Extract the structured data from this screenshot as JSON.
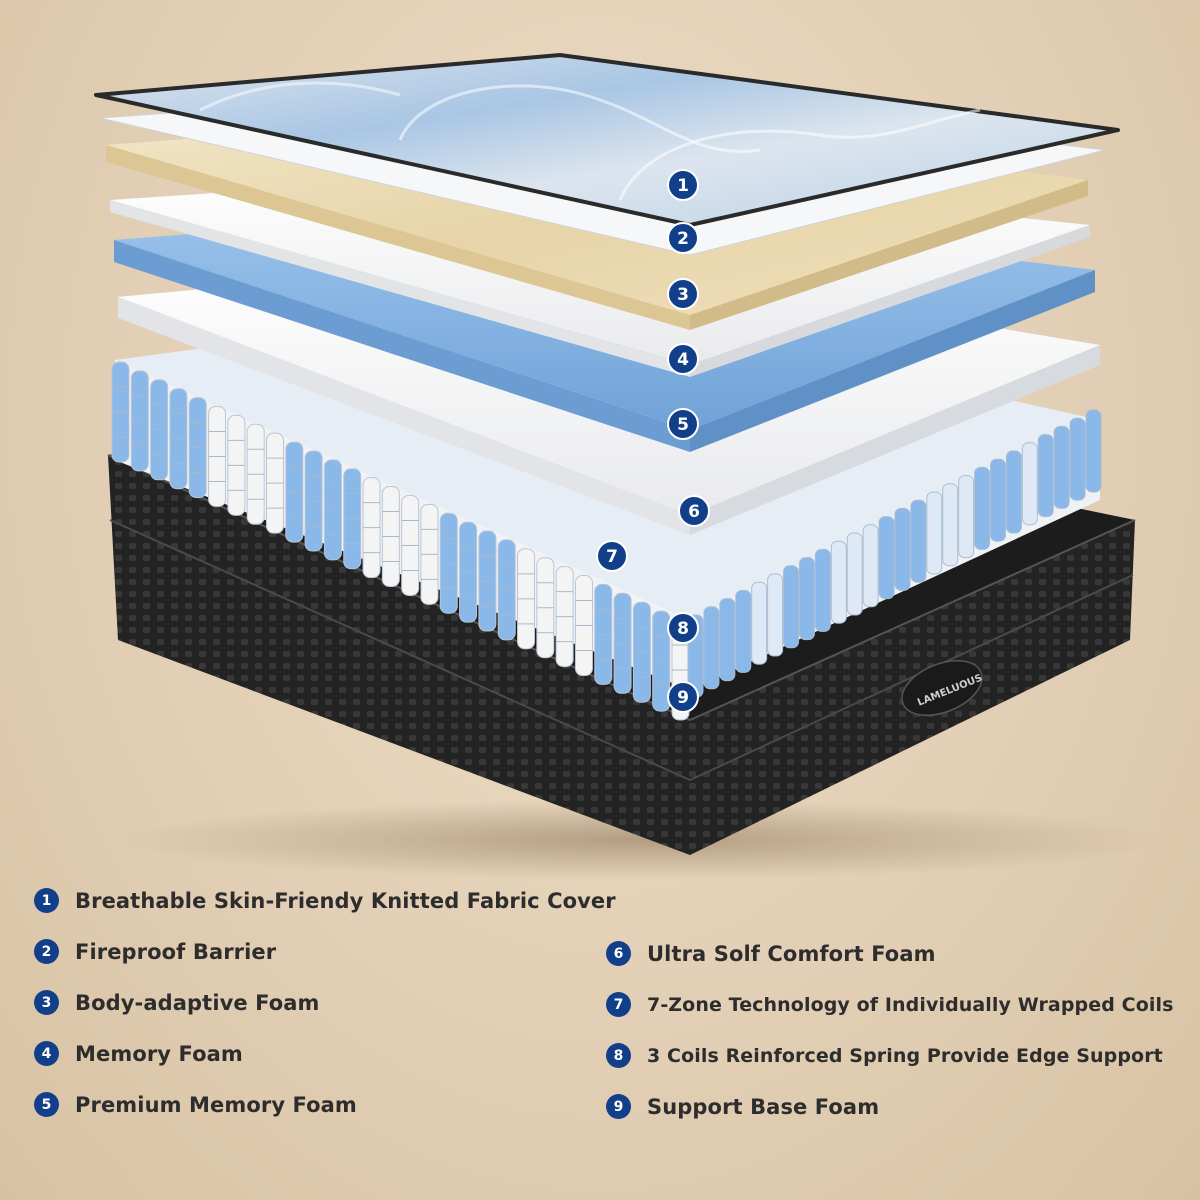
{
  "brand": {
    "logo_text": "LAMELUOUS"
  },
  "markers": [
    "1",
    "2",
    "3",
    "4",
    "5",
    "6",
    "7",
    "8",
    "9"
  ],
  "legend": [
    {
      "number": "1",
      "label": "Breathable Skin-Friendy Knitted Fabric Cover"
    },
    {
      "number": "2",
      "label": "Fireproof Barrier"
    },
    {
      "number": "3",
      "label": "Body-adaptive Foam"
    },
    {
      "number": "4",
      "label": "Memory Foam"
    },
    {
      "number": "5",
      "label": "Premium Memory Foam"
    },
    {
      "number": "6",
      "label": "Ultra Solf Comfort Foam"
    },
    {
      "number": "7",
      "label": "7-Zone Technology of Individually Wrapped Coils"
    },
    {
      "number": "8",
      "label": "3 Coils Reinforced Spring Provide Edge Support"
    },
    {
      "number": "9",
      "label": "Support Base Foam"
    }
  ],
  "colors": {
    "badge": "#123f8a",
    "coil_blue": "#8ab8e8",
    "coil_white": "#f4f4f4",
    "base": "#222222",
    "background": "#e2cfb5"
  }
}
